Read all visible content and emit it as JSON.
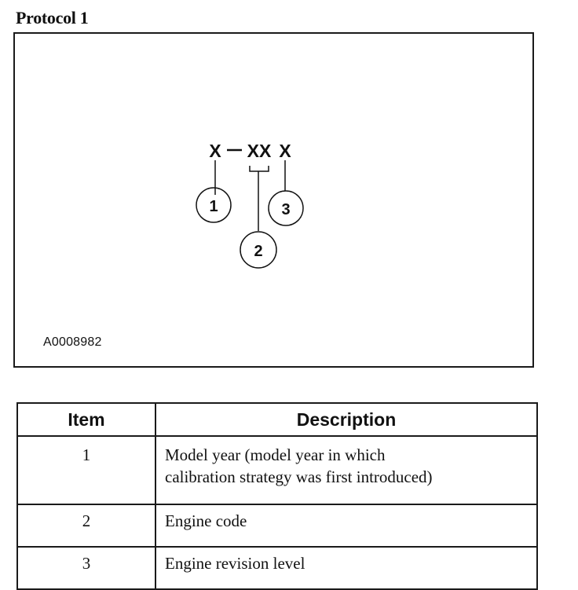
{
  "title": "Protocol 1",
  "figure": {
    "code_parts": [
      "X",
      "XX",
      "X"
    ],
    "callouts": [
      "1",
      "2",
      "3"
    ],
    "figure_id": "A0008982"
  },
  "table": {
    "headers": [
      "Item",
      "Description"
    ],
    "rows": [
      {
        "item": "1",
        "description_line1": "Model year (model year in which",
        "description_line2": "calibration strategy was first introduced)"
      },
      {
        "item": "2",
        "description_line1": "Engine code"
      },
      {
        "item": "3",
        "description_line1": "Engine revision level"
      }
    ]
  }
}
